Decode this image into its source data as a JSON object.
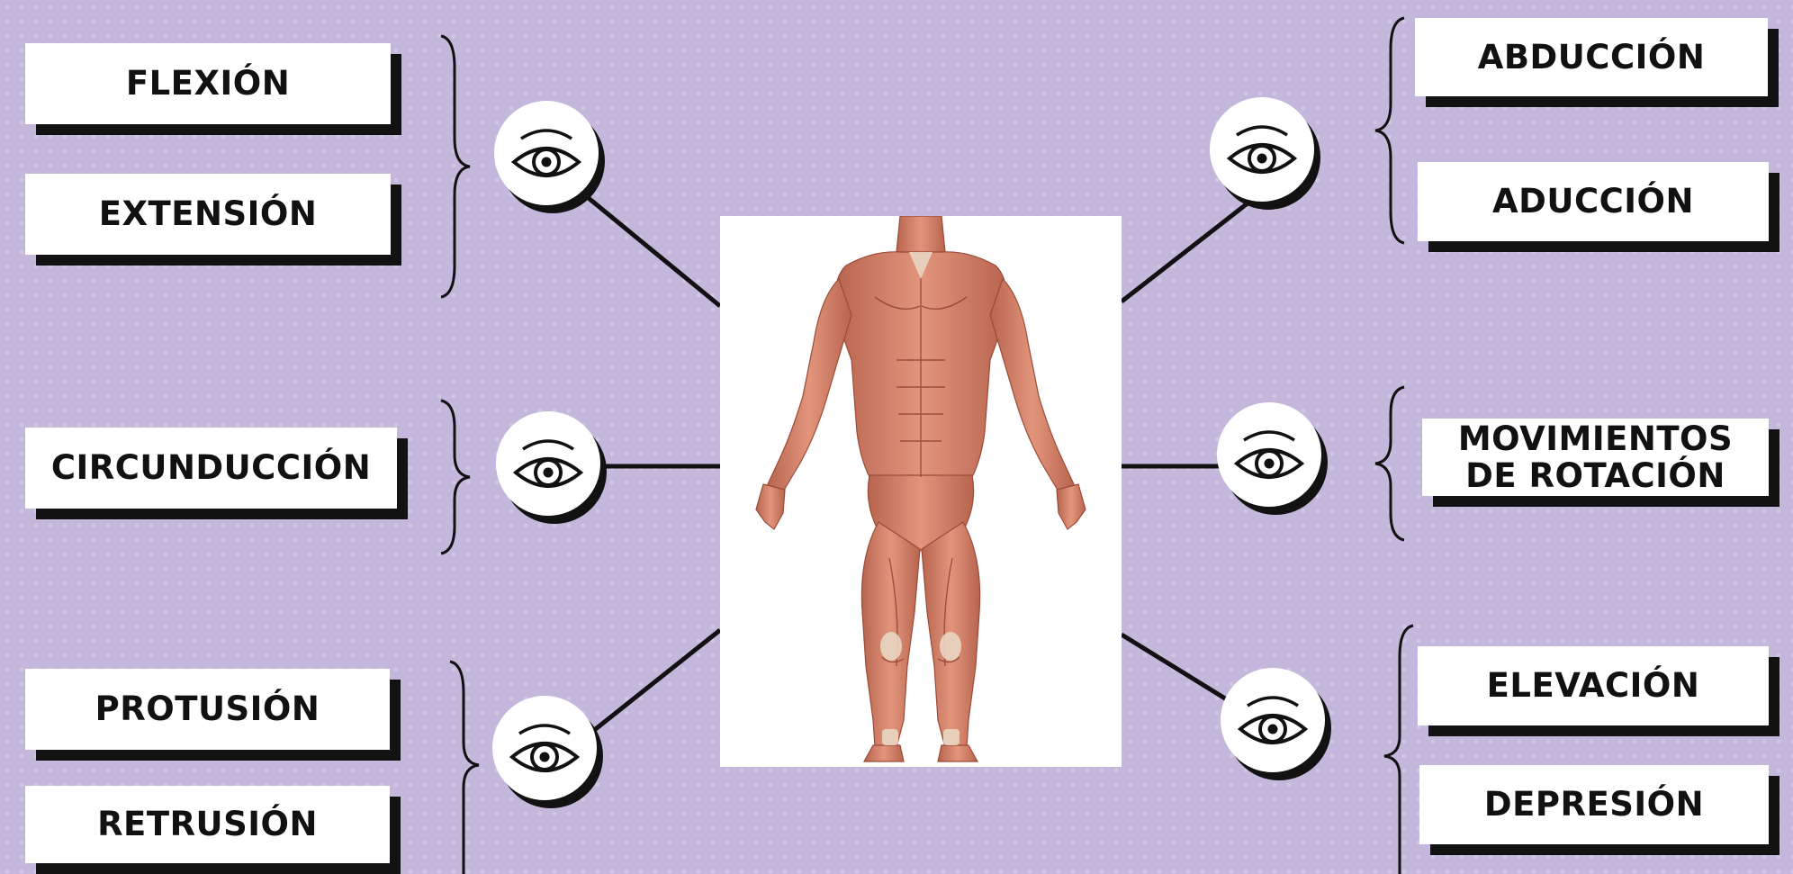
{
  "colors": {
    "background": "#c3b7dc",
    "card": "#ffffff",
    "shadow": "#121212",
    "text": "#111111"
  },
  "labels": {
    "flexion": "FLEXIÓN",
    "extension": "EXTENSIÓN",
    "circunduccion": "CIRCUNDUCCIÓN",
    "protusion": "PROTUSIÓN",
    "retrusion": "RETRUSIÓN",
    "abduccion": "ABDUCCIÓN",
    "aduccion": "ADUCCIÓN",
    "rotacion_line1": "MOVIMIENTOS",
    "rotacion_line2": "DE ROTACIÓN",
    "elevacion": "ELEVACIÓN",
    "depresion": "DEPRESIÓN"
  },
  "icons": {
    "view": "eye-icon",
    "figure": "human-muscle-anatomy-figure"
  }
}
